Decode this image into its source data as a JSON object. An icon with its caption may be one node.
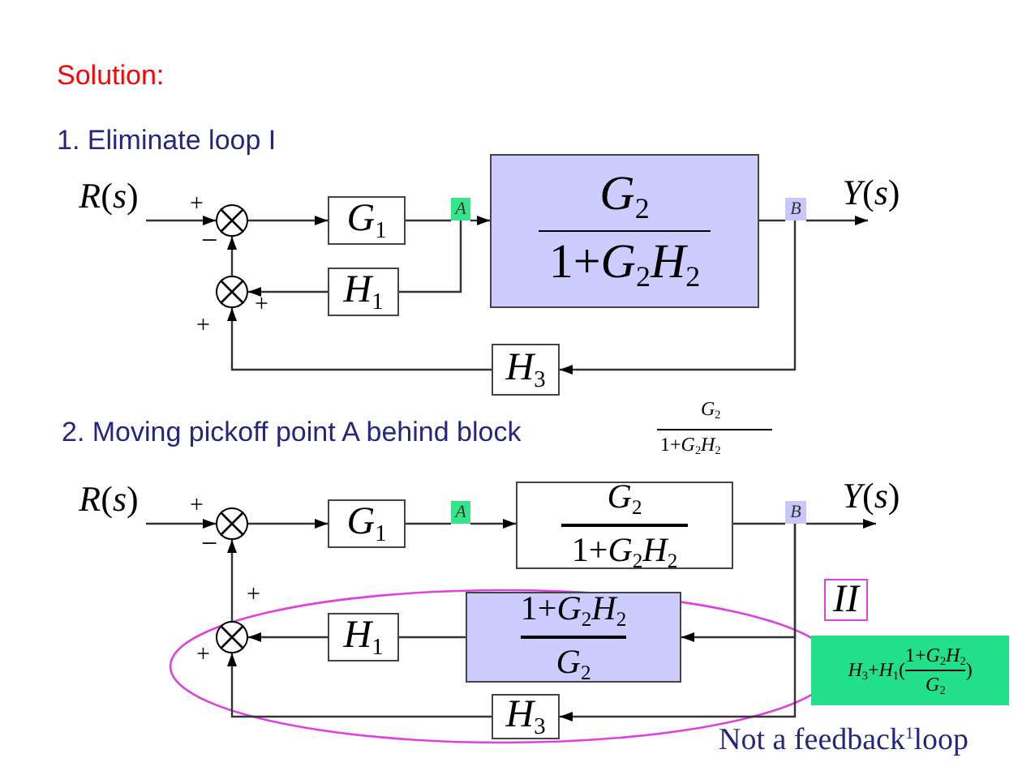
{
  "diagram": {
    "nodes": [
      {
        "text": [
          "*R*(*s*)"
        ]
      },
      {
        "text": [],
        "shape": "circle"
      },
      {
        "text": [
          "*G*$_{1}$"
        ]
      },
      {
        "text": [
          "A"
        ]
      },
      {
        "text": [
          "*G*$_{2}$",
          "1+*G*$_{2}$*H*$_{2}$"
        ]
      },
      {
        "text": [
          "B"
        ]
      },
      {
        "text": [
          "*Y*(*s*)"
        ]
      },
      {
        "text": [],
        "shape": "circle"
      },
      {
        "text": [
          "*H*$_{1}$"
        ]
      },
      {
        "text": [
          "*H*$_{3}$"
        ]
      },
      {
        "text": [
          "*R*(*s*)"
        ]
      },
      {
        "text": [],
        "shape": "circle"
      },
      {
        "text": [
          "*G*$_{1}$"
        ]
      },
      {
        "text": [
          "A"
        ]
      },
      {
        "text": [
          "*G*$_{2}$",
          "1+*G*$_{2}$*H*$_{2}$"
        ]
      },
      {
        "text": [
          "B"
        ]
      },
      {
        "text": [
          "*Y*(*s*)"
        ]
      },
      {
        "text": [],
        "shape": "circle"
      },
      {
        "text": [
          "*H*$_{1}$"
        ]
      },
      {
        "text": [
          "1+*G*$_{2}$*H*$_{2}$",
          "*G*$_{2}$"
        ]
      },
      {
        "text": [
          "*H*$_{3}$"
        ]
      },
      {
        "text": [
          "II"
        ]
      },
      {
        "text": [
          "*H*$_{3}$+*H*$_{1}$(",
          "1+*G*$_{2}$*H*$_{2}$",
          "*G*$_{2}$",
          ")"
        ]
      }
    ],
    "edges": [
      {
        "from": 0,
        "to": 1,
        "arrow": "to"
      },
      {
        "from": 1,
        "to": 2,
        "arrow": "to"
      },
      {
        "from": 2,
        "to": 3,
        "arrow": "none"
      },
      {
        "from": 3,
        "to": 4,
        "arrow": "to"
      },
      {
        "from": 4,
        "to": 5,
        "arrow": "none"
      },
      {
        "from": 5,
        "to": 6,
        "arrow": "to"
      },
      {
        "from": 3,
        "to": 8,
        "arrow": "none"
      },
      {
        "from": 8,
        "to": 7,
        "arrow": "to"
      },
      {
        "from": 7,
        "to": 1,
        "arrow": "to"
      },
      {
        "from": 5,
        "to": 9,
        "arrow": "to"
      },
      {
        "from": 9,
        "to": 7,
        "arrow": "to"
      },
      {
        "from": 10,
        "to": 11,
        "arrow": "to"
      },
      {
        "from": 11,
        "to": 12,
        "arrow": "to"
      },
      {
        "from": 12,
        "to": 13,
        "arrow": "none"
      },
      {
        "from": 13,
        "to": 14,
        "arrow": "to"
      },
      {
        "from": 14,
        "to": 15,
        "arrow": "none"
      },
      {
        "from": 15,
        "to": 16,
        "arrow": "to"
      },
      {
        "from": 15,
        "to": 19,
        "arrow": "to"
      },
      {
        "from": 19,
        "to": 18,
        "arrow": "none"
      },
      {
        "from": 18,
        "to": 17,
        "arrow": "to"
      },
      {
        "from": 17,
        "to": 11,
        "arrow": "to"
      },
      {
        "from": 15,
        "to": 20,
        "arrow": "to"
      },
      {
        "from": 20,
        "to": 17,
        "arrow": "to"
      }
    ],
    "labels": [
      "Solution:",
      "1. Eliminate loop I",
      "+",
      "−",
      "+",
      "+",
      "2. Moving pickoff point A behind block",
      "*G*$_{2}$",
      "1+*G*$_{2}$*H*$_{2}$",
      "+",
      "−",
      "+",
      "+",
      "Not a feedback$^{1}$loop"
    ]
  }
}
